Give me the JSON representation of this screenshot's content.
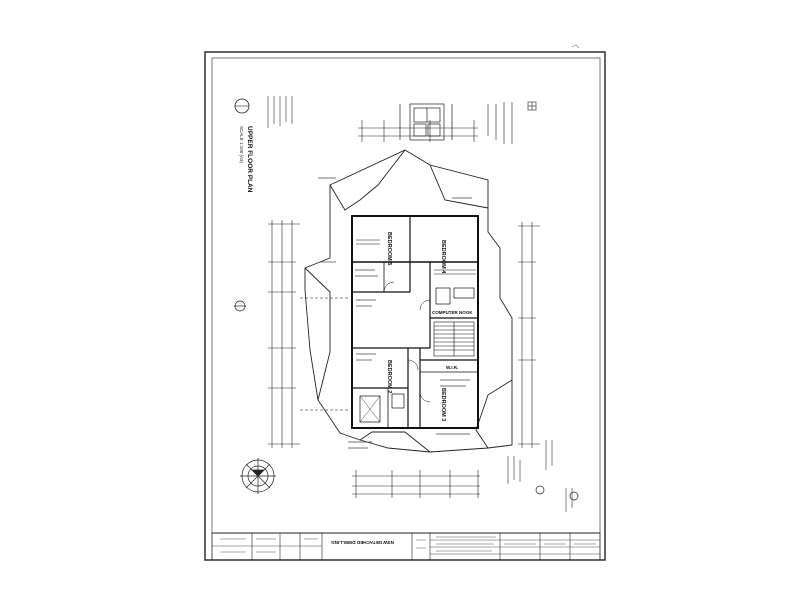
{
  "plan": {
    "title": "UPPER FLOOR PLAN",
    "scale": "SCALE 1:100 (A3)",
    "project": "NSW DETACHED DWELLING",
    "rooms": {
      "bedroom4": "BEDROOM 4",
      "bedroom5": "BEDROOM 5",
      "bedroom2": "BEDROOM 2",
      "bedroom3": "BEDROOM 3",
      "computer_nook": "COMPUTER NOOK",
      "wir": "W.I.R."
    }
  }
}
